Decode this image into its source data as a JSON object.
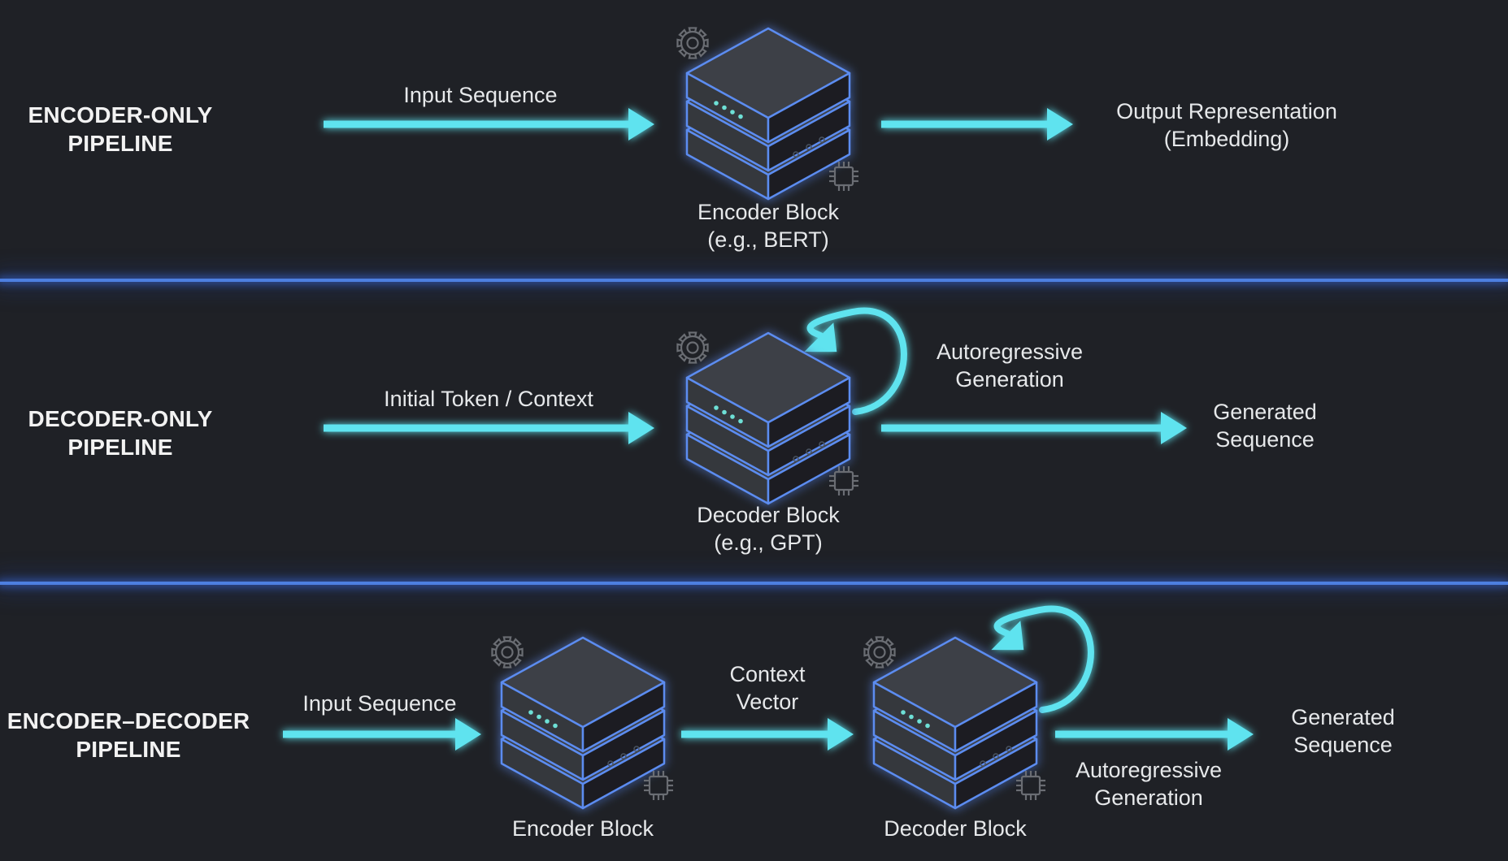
{
  "theme": {
    "background": "#1f2126",
    "arrow_color": "#5fe3ef",
    "divider_color": "#4d7fe0",
    "block_edge_color": "#5b8cf0",
    "block_face_color": "#3c3f46",
    "led_color": "#6ee0d6"
  },
  "pipelines": [
    {
      "name": "ENCODER-ONLY\nPIPELINE",
      "line1": "ENCODER-ONLY",
      "line2": "PIPELINE",
      "input_label": "Input Sequence",
      "block_label_line1": "Encoder Block",
      "block_label_line2": "(e.g., BERT)",
      "output_label_line1": "Output Representation",
      "output_label_line2": "(Embedding)"
    },
    {
      "line1": "DECODER-ONLY",
      "line2": "PIPELINE",
      "input_label": "Initial Token / Context",
      "block_label_line1": "Decoder Block",
      "block_label_line2": "(e.g., GPT)",
      "loop_label_line1": "Autoregressive",
      "loop_label_line2": "Generation",
      "output_label_line1": "Generated",
      "output_label_line2": "Sequence"
    },
    {
      "line1": "ENCODER–DECODER",
      "line2": "PIPELINE",
      "input_label": "Input Sequence",
      "encoder_label": "Encoder Block",
      "context_label_line1": "Context",
      "context_label_line2": "Vector",
      "decoder_label": "Decoder Block",
      "loop_label_line1": "Autoregressive",
      "loop_label_line2": "Generation",
      "output_label_line1": "Generated",
      "output_label_line2": "Sequence"
    }
  ],
  "icons": {
    "block": "server-stack-icon",
    "gear": "gear-icon",
    "chip": "chip-icon",
    "arrow": "arrow-right-icon",
    "loop": "loop-arrow-icon"
  }
}
